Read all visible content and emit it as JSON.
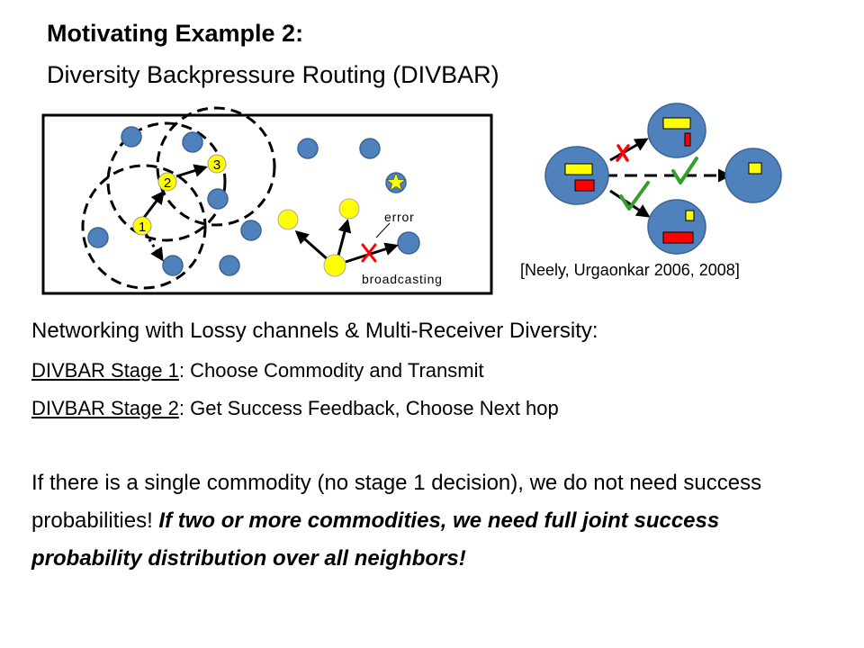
{
  "title": {
    "line1": "Motivating Example 2:",
    "line2": "Diversity Backpressure Routing (DIVBAR)"
  },
  "left_diagram": {
    "node_labels": [
      "1",
      "2",
      "3"
    ],
    "error_label": "error",
    "broadcasting_label": "broadcasting"
  },
  "right_diagram": {
    "citation": "[Neely, Urgaonkar 2006, 2008]"
  },
  "body": {
    "subtitle": "Networking with Lossy channels & Multi-Receiver Diversity:",
    "stage1_label": "DIVBAR Stage 1",
    "stage1_text": ": Choose Commodity and Transmit",
    "stage2_label": "DIVBAR Stage 2",
    "stage2_text": ": Get Success Feedback, Choose Next hop",
    "para_normal": "If there is a single commodity (no stage 1 decision), we do not need success probabilities! ",
    "para_emphasis": "If two or more commodities, we need full joint success probability distribution over all neighbors!"
  },
  "colors": {
    "node_blue": "#4f81bd",
    "node_yellow": "#ffff00",
    "error_red": "#ff0000",
    "check_green": "#33a02c"
  }
}
